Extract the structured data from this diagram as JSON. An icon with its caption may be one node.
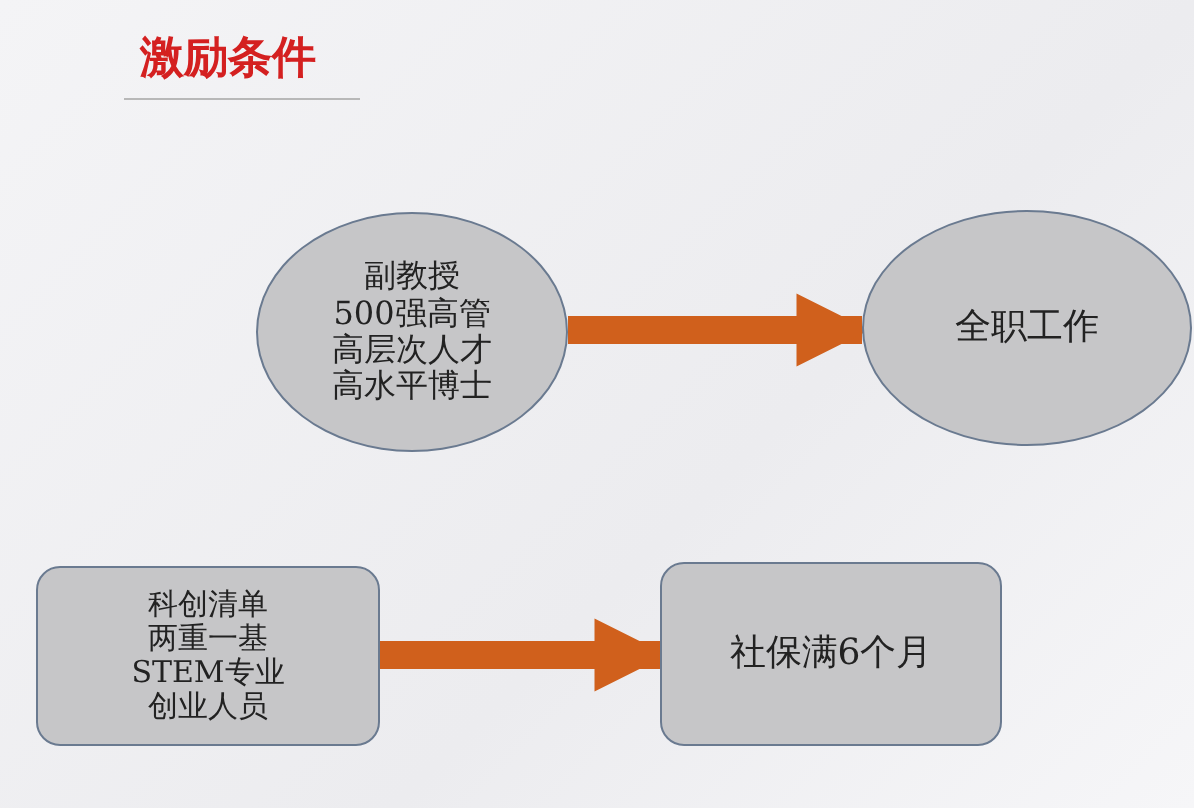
{
  "diagram": {
    "title": "激励条件",
    "nodes": [
      {
        "text": [
          "副教授",
          "500强高管",
          "高层次人才",
          "高水平博士"
        ]
      },
      {
        "text": [
          "全职工作"
        ]
      },
      {
        "text": [
          "科创清单",
          "两重一基",
          "STEM专业",
          "创业人员"
        ]
      },
      {
        "text": [
          "社保满6个月"
        ]
      }
    ],
    "edges": [
      {
        "from": 0,
        "to": 1,
        "arrow": "to"
      },
      {
        "from": 2,
        "to": 3,
        "arrow": "to"
      }
    ]
  }
}
